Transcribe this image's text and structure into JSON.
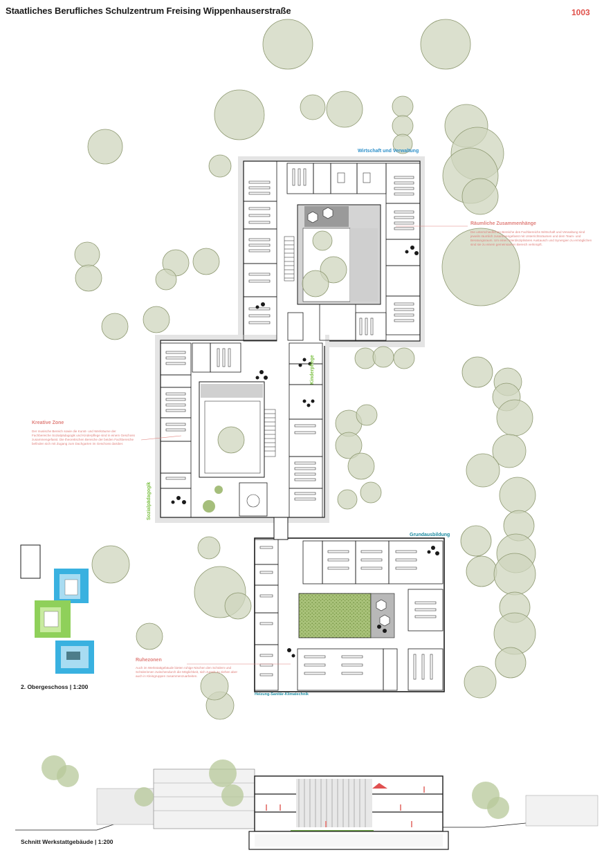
{
  "header": {
    "title": "Staatliches Berufliches Schulzentrum Freising Wippenhauserstraße",
    "sheet_number": "1003"
  },
  "zones": {
    "verwaltung": "Wirtschaft und Verwaltung",
    "kinderpflege": "Kinderpflege",
    "sozialpaedagogik": "Sozialpädagogik",
    "grundausbildung": "Grundausbildung",
    "heizung": "Heizung-Sanitär-Klimatechnik"
  },
  "annotations": {
    "raeumlich": {
      "title": "Räumliche Zusammenhänge",
      "body": "Die unterschiedlichen Bereiche des Fachbereichs Wirtschaft und Verwaltung sind jeweils räumlich zusammengefasst mit Unterrichtsräumen und dem Team- und Beratungsraum. Um einen interdisziplinären Austausch und Synergien zu ermöglichen sind sie zu einem gemeinsamen Bereich verknüpft."
    },
    "kreativ": {
      "title": "Kreative Zone",
      "body": "Der musische Bereich sowie die Kunst- und Werkräume der Fachbereiche Sozialpädagogik und Kinderpflege sind in einem Geschoss zusammengefasst. Die theoretischen Bereiche der beiden Fachbereiche befinden sich mit Zugang zum Dachgarten im Geschoss darüber."
    },
    "ruhe": {
      "title": "Ruhezonen",
      "body": "Auch im Werkstattgebäude bieten ruhige Nischen den Schülern und Schülerinnen zwischendurch die Möglichkeit, sich zurück zu ziehen aber auch in Kleingruppen zusammenzuarbeiten."
    }
  },
  "captions": {
    "floor": "2. Obergeschoss | 1:200",
    "section": "Schnitt Werkstattgebäude | 1:200"
  },
  "colors": {
    "verwaltung": "#2c8fc9",
    "kinderpflege": "#7cc043",
    "grundausbildung": "#1a8aa0",
    "annotation": "#e0807c",
    "tree": "#cfd5bd",
    "tree_outline": "#8d9870"
  }
}
